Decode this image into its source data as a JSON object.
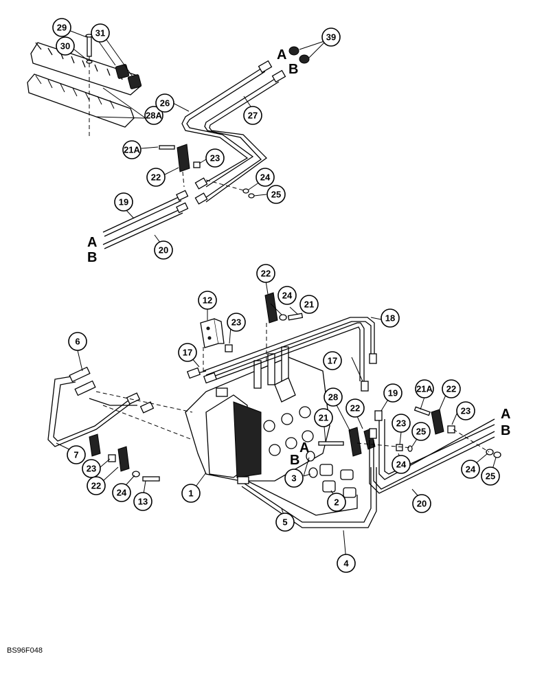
{
  "reference_code": "BS96F048",
  "port_labels": {
    "a": "A",
    "b": "B"
  },
  "callouts": {
    "c29": "29",
    "c31": "31",
    "c30": "30",
    "c39": "39",
    "c28a": "28A",
    "c26": "26",
    "c27": "27",
    "c21a_top": "21A",
    "c23_top": "23",
    "c22_top": "22",
    "c24_top": "24",
    "c25_top": "25",
    "c19_top": "19",
    "c20_top": "20",
    "c22_mid": "22",
    "c12": "12",
    "c24_mid": "24",
    "c21_mid": "21",
    "c23_mid": "23",
    "c18": "18",
    "c6": "6",
    "c17_left": "17",
    "c17_right": "17",
    "c28": "28",
    "c19_right": "19",
    "c21a_right": "21A",
    "c22_right": "22",
    "c21_right": "21",
    "c22_r2": "22",
    "c23_r2": "23",
    "c23_r3": "23",
    "c25_r2": "25",
    "c7": "7",
    "c23_left": "23",
    "c22_left": "22",
    "c24_left": "24",
    "c13": "13",
    "c1": "1",
    "c3": "3",
    "c2": "2",
    "c24_r3": "24",
    "c24_r4": "24",
    "c25_r3": "25",
    "c20_right": "20",
    "c5": "5",
    "c4": "4"
  }
}
